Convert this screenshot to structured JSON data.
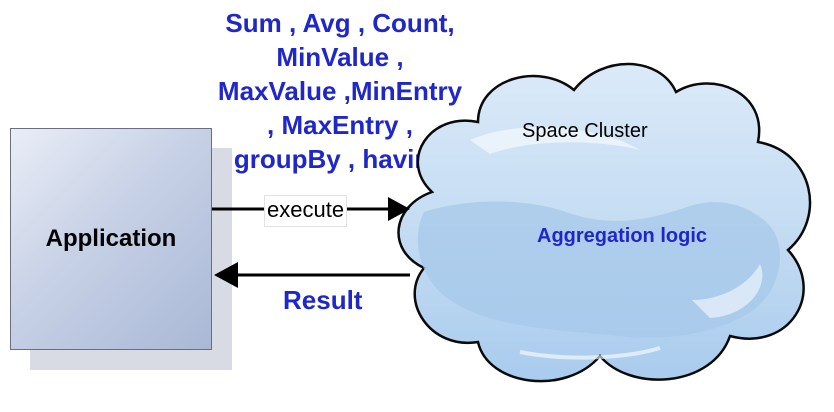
{
  "operations": {
    "lines": [
      "Sum , Avg , Count,",
      "MinValue ,",
      "MaxValue ,MinEntry",
      ", MaxEntry ,",
      "groupBy , having"
    ]
  },
  "application": {
    "label": "Application"
  },
  "execute": {
    "label": "execute"
  },
  "result": {
    "label": "Result"
  },
  "cloud": {
    "title": "Space Cluster",
    "inner_label": "Aggregation logic"
  },
  "colors": {
    "accent_text": "#1f27c9",
    "cloud_fill": "#c4dcf3",
    "box_fill": "#b9c6e0"
  }
}
